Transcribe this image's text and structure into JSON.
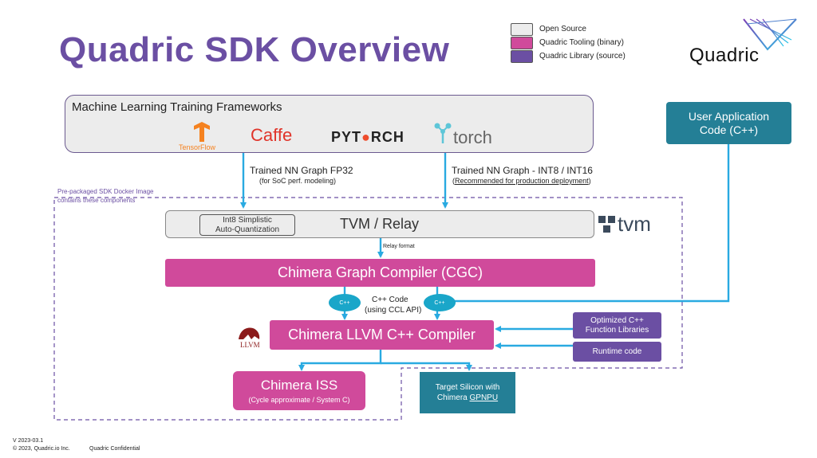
{
  "title": "Quadric SDK Overview",
  "logo_text": "Quadric",
  "legend": [
    {
      "label": "Open Source",
      "color": "#ececec"
    },
    {
      "label": "Quadric Tooling (binary)",
      "color": "#d04a9b"
    },
    {
      "label": "Quadric Library (source)",
      "color": "#6b4fa3"
    }
  ],
  "ml_frameworks": {
    "title": "Machine Learning Training Frameworks",
    "tensorflow": "TensorFlow",
    "caffe": "Caffe",
    "pytorch_left": "PYT",
    "pytorch_right": "RCH",
    "torch": "torch"
  },
  "user_app": {
    "line1": "User Application",
    "line2": "Code (C++)"
  },
  "docker": {
    "line1": "Pre-packaged SDK Docker Image",
    "line2": "contains these components"
  },
  "graph_fp32": {
    "line1": "Trained NN Graph FP32",
    "line2": "(for SoC perf. modeling)"
  },
  "graph_int8": {
    "line1": "Trained NN Graph - INT8 / INT16",
    "line2_open": "(",
    "line2_link": "Recommended for production deployment",
    "line2_close": ")"
  },
  "tvm": {
    "label": "TVM / Relay",
    "quant_line1": "Int8 Simplistic",
    "quant_line2": "Auto-Quantization",
    "logo": "tvm"
  },
  "relay_format": "Relay format",
  "cgc": "Chimera Graph Compiler (CGC)",
  "cpp_code": {
    "line1": "C++ Code",
    "line2": "(using CCL API)",
    "bubble": "C++"
  },
  "llvm": {
    "label": "Chimera LLVM C++ Compiler",
    "logo": "LLVM"
  },
  "libraries": {
    "line1": "Optimized C++",
    "line2": "Function Libraries"
  },
  "runtime": "Runtime code",
  "iss": {
    "title": "Chimera ISS",
    "subtitle": "(Cycle approximate / System C)"
  },
  "silicon": {
    "line1": "Target Silicon with",
    "line2_prefix": "Chimera ",
    "line2_link": "GPNPU"
  },
  "footer": {
    "version": "V 2023-03.1",
    "copyright": "© 2023, Quadric.io Inc.",
    "confidential": "Quadric Confidential"
  },
  "colors": {
    "title": "#6b4fa3",
    "arrow": "#29aae1",
    "pink": "#d04a9b",
    "purple": "#6b4fa3",
    "teal": "#247f96",
    "gray": "#ececec"
  }
}
